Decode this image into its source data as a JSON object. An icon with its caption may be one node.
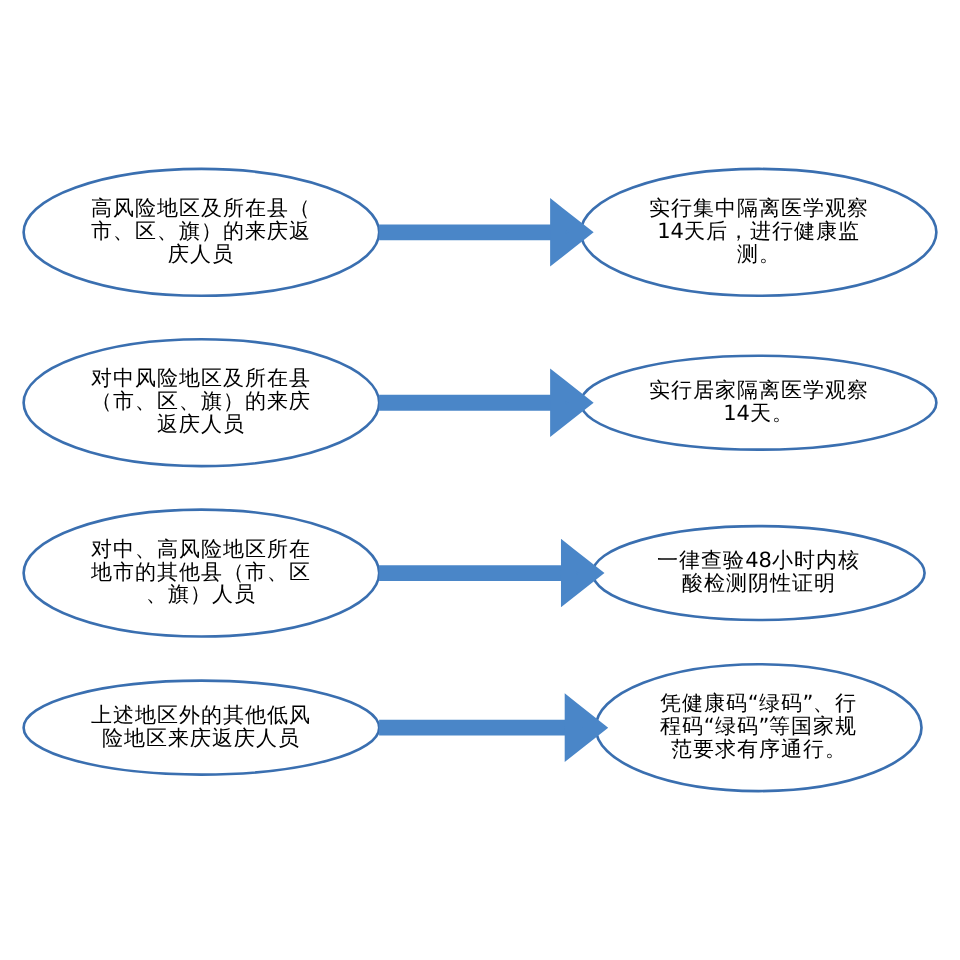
{
  "diagram": {
    "nodes": [
      {
        "text": [
          "高风险地区及所在县（市、区、旗）的来庆返庆人员"
        ]
      },
      {
        "text": [
          "实行集中隔离医学观察14天后，进行健康监测。"
        ]
      },
      {
        "text": [
          "对中风险地区及所在县（市、区、旗）的来庆返庆人员"
        ]
      },
      {
        "text": [
          "实行居家隔离医学观察14天。"
        ]
      },
      {
        "text": [
          "对中、高风险地区所在地市的其他县（市、区、旗）人员"
        ]
      },
      {
        "text": [
          "一律查验48小时内核酸检测阴性证明"
        ]
      },
      {
        "text": [
          "上述地区外的其他低风险地区来庆返庆人员"
        ]
      },
      {
        "text": [
          "凭健康码“绿码”、行程码“绿码”等国家规范要求有序通行。"
        ]
      }
    ],
    "edges": [
      {
        "from": 0,
        "to": 1,
        "arrow": "to"
      },
      {
        "from": 2,
        "to": 3,
        "arrow": "to"
      },
      {
        "from": 4,
        "to": 5,
        "arrow": "to"
      },
      {
        "from": 6,
        "to": 7,
        "arrow": "to"
      }
    ]
  }
}
